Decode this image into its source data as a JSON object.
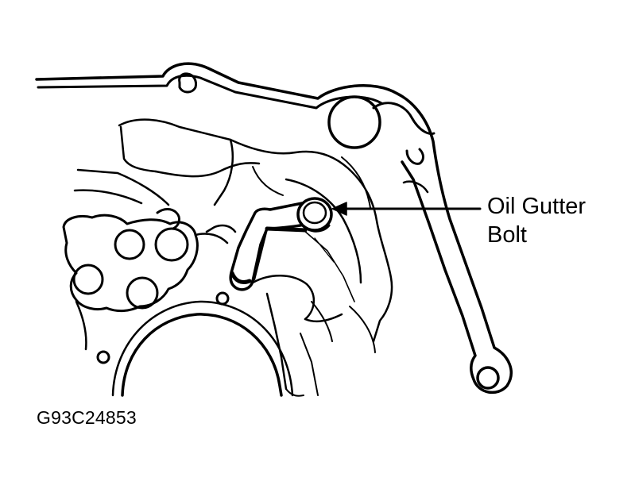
{
  "callout": {
    "line1": "Oil Gutter",
    "line2": "Bolt"
  },
  "figure_code": "G93C24853",
  "colors": {
    "ink": "#000000",
    "background": "#ffffff"
  }
}
